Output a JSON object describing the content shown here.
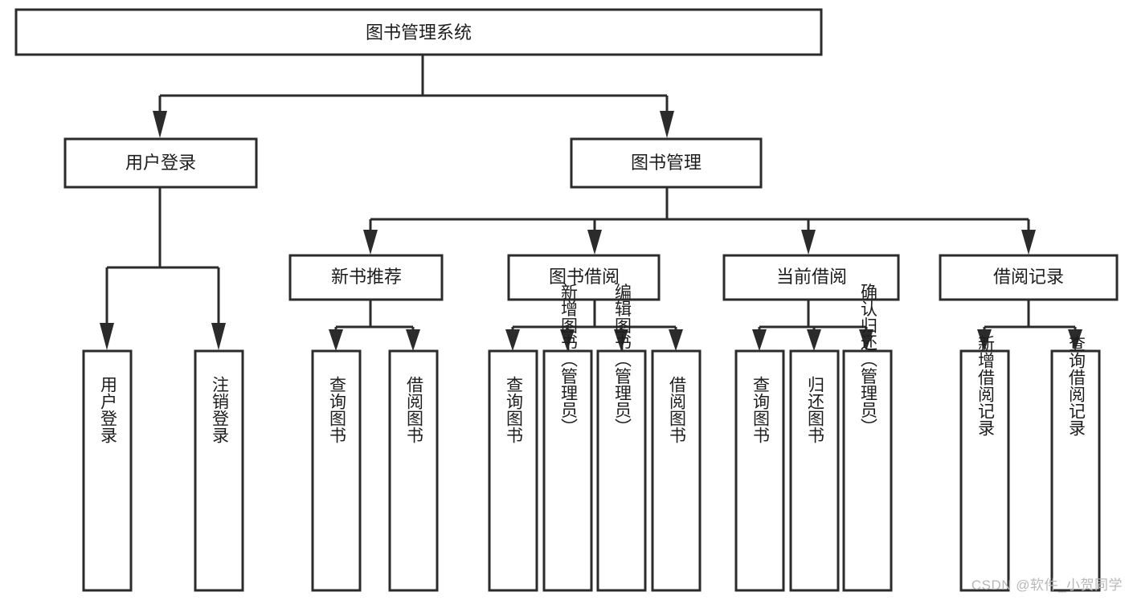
{
  "diagram": {
    "type": "tree",
    "title": "图书管理系统",
    "orientation": "top-down",
    "background_color": "#ffffff",
    "box_stroke_color": "#2b2b2b",
    "text_color": "#1d1d1d",
    "root": {
      "id": "root",
      "label": "图书管理系统",
      "text_direction": "horizontal"
    },
    "level1": [
      {
        "id": "user-login",
        "label": "用户登录",
        "text_direction": "horizontal"
      },
      {
        "id": "book-manage",
        "label": "图书管理",
        "text_direction": "horizontal"
      }
    ],
    "level2": [
      {
        "id": "new-book-recommend",
        "label": "新书推荐",
        "parent": "book-manage",
        "text_direction": "horizontal"
      },
      {
        "id": "book-borrow",
        "label": "图书借阅",
        "parent": "book-manage",
        "text_direction": "horizontal"
      },
      {
        "id": "current-borrow",
        "label": "当前借阅",
        "parent": "book-manage",
        "text_direction": "horizontal"
      },
      {
        "id": "borrow-record",
        "label": "借阅记录",
        "parent": "book-manage",
        "text_direction": "horizontal"
      }
    ],
    "leaves": [
      {
        "id": "leaf-user-login",
        "label": "用户登录",
        "parent": "user-login",
        "text_direction": "vertical"
      },
      {
        "id": "leaf-logout",
        "label": "注销登录",
        "parent": "user-login",
        "text_direction": "vertical"
      },
      {
        "id": "leaf-query-book-1",
        "label": "查询图书",
        "parent": "new-book-recommend",
        "text_direction": "vertical"
      },
      {
        "id": "leaf-borrow-book-1",
        "label": "借阅图书",
        "parent": "new-book-recommend",
        "text_direction": "vertical"
      },
      {
        "id": "leaf-query-book-2",
        "label": "查询图书",
        "parent": "book-borrow",
        "text_direction": "vertical"
      },
      {
        "id": "leaf-add-book",
        "label": "新增图书（管理员）",
        "parent": "book-borrow",
        "text_direction": "vertical"
      },
      {
        "id": "leaf-edit-book",
        "label": "编辑图书（管理员）",
        "parent": "book-borrow",
        "text_direction": "vertical"
      },
      {
        "id": "leaf-borrow-book-2",
        "label": "借阅图书",
        "parent": "book-borrow",
        "text_direction": "vertical"
      },
      {
        "id": "leaf-query-book-3",
        "label": "查询图书",
        "parent": "current-borrow",
        "text_direction": "vertical"
      },
      {
        "id": "leaf-return-book",
        "label": "归还图书",
        "parent": "current-borrow",
        "text_direction": "vertical"
      },
      {
        "id": "leaf-confirm-return",
        "label": "确认归还（管理员）",
        "parent": "current-borrow",
        "text_direction": "vertical"
      },
      {
        "id": "leaf-add-record",
        "label": "新增借阅记录",
        "parent": "borrow-record",
        "text_direction": "vertical"
      },
      {
        "id": "leaf-query-record",
        "label": "查询借阅记录",
        "parent": "borrow-record",
        "text_direction": "vertical"
      }
    ]
  },
  "watermark": {
    "text": "CSDN @软件_小贺同学"
  }
}
